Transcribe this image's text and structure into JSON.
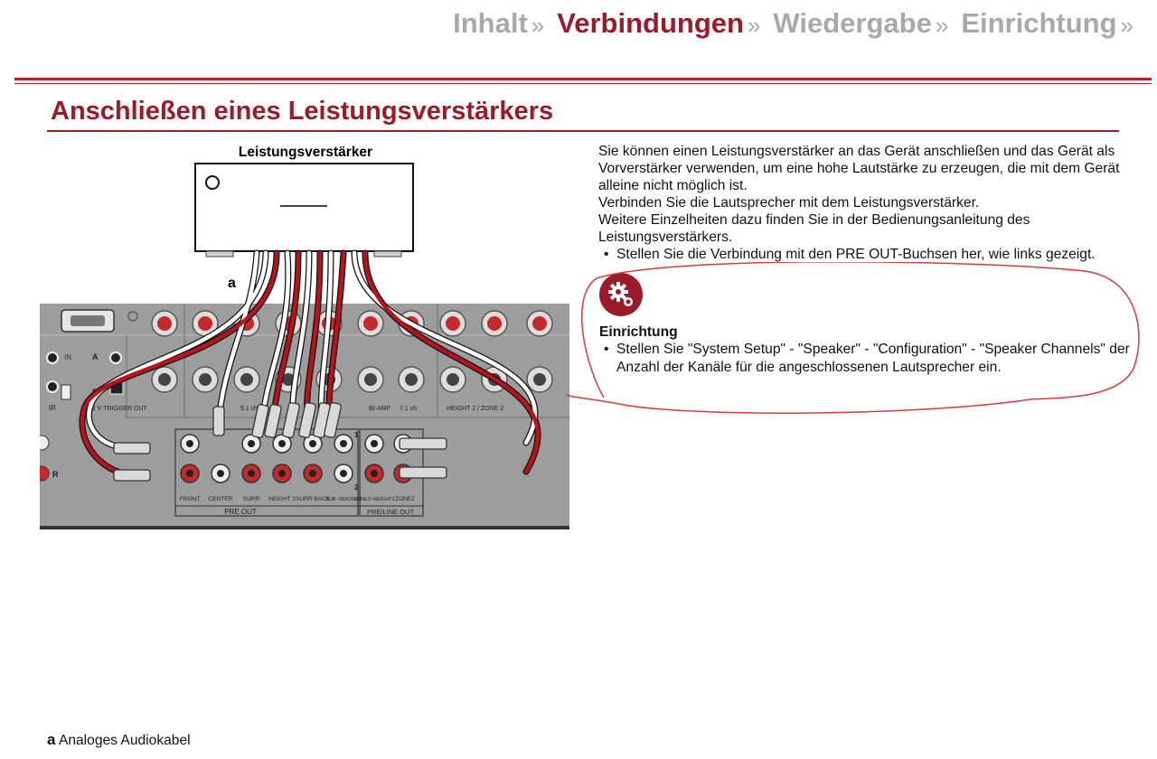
{
  "nav": {
    "tabs": [
      {
        "label": "Inhalt",
        "active": false
      },
      {
        "label": "Verbindungen",
        "active": true
      },
      {
        "label": "Wiedergabe",
        "active": false
      },
      {
        "label": "Einrichtung",
        "active": false
      }
    ],
    "separator": "»"
  },
  "page": {
    "title": "Anschließen eines Leistungsverstärkers"
  },
  "diagram": {
    "amp_label": "Leistungsverstärker",
    "callout": "a",
    "receiver_labels": {
      "in": "IN",
      "a": "A",
      "b": "B",
      "ir": "IR",
      "r": "R",
      "trigger": "12 V TRIGGER OUT",
      "ch51": "5.1 ch",
      "biamp": "BI-AMP",
      "ch71": "7.1 ch",
      "height2": "HEIGHT 2 / ZONE 2",
      "front": "FRONT",
      "center": "CENTER",
      "surr": "SURR",
      "height1": "HEIGHT 1",
      "surrback": "SURR BACK",
      "sub": "SUB -WOOFER",
      "num1": "1",
      "num2": "2",
      "zone2height2": "ZONE2/ HEIGHT2",
      "zone2": "ZONE2",
      "preout": "PRE OUT",
      "preline": "PRE/LINE OUT"
    }
  },
  "content": {
    "intro": [
      "Sie können einen Leistungsverstärker an das Gerät anschließen und das Gerät als Vorverstärker verwenden, um eine hohe Lautstärke zu erzeugen, die mit dem Gerät alleine nicht möglich ist.",
      "Verbinden Sie die Lautsprecher mit dem Leistungsverstärker.",
      "Weitere Einzelheiten dazu finden Sie in der Bedienungsanleitung des Leistungsverstärkers."
    ],
    "bullets": [
      "Stellen Sie die Verbindung mit den PRE OUT-Buchsen her, wie links gezeigt."
    ]
  },
  "setup": {
    "icon": "gear-icon",
    "title": "Einrichtung",
    "items": [
      "Stellen Sie \"System Setup\" - \"Speaker\" - \"Configuration\" - \"Speaker Channels\" der Anzahl der Kanäle für die angeschlossenen Lautsprecher ein."
    ]
  },
  "footnote": {
    "key": "a",
    "text": " Analoges Audiokabel"
  },
  "colors": {
    "brand": "#9b1b2a",
    "nav_inactive": "#a9a9a9",
    "panel": "#9d9d9d",
    "cable_red": "#b8141c",
    "annotation": "#d63a3a"
  }
}
